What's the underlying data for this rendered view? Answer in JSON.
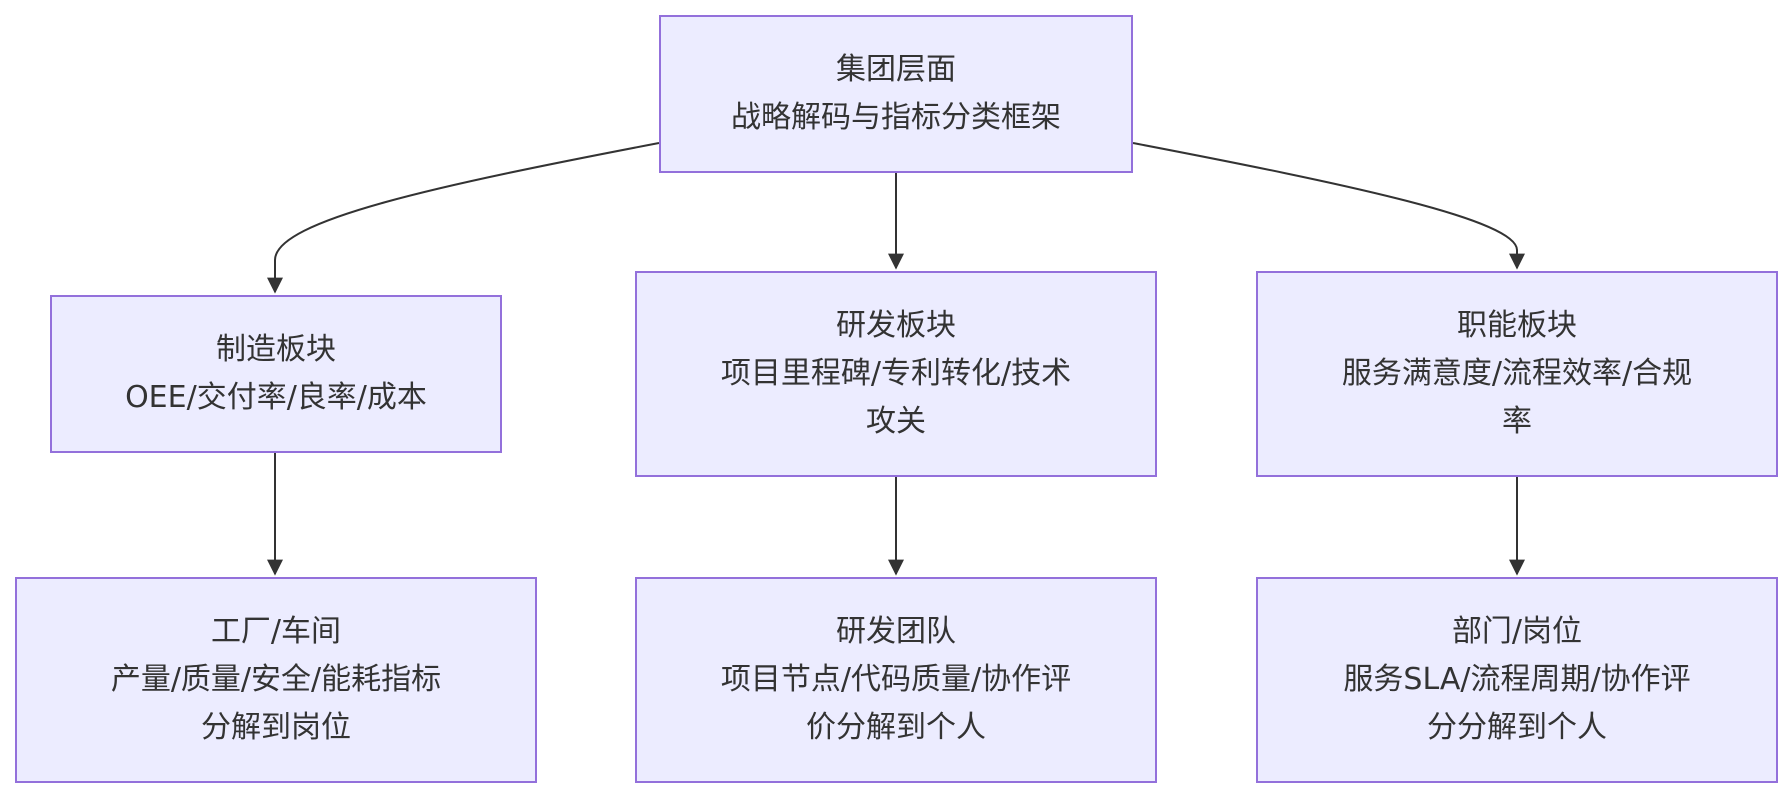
{
  "diagram": {
    "type": "flowchart-top-down",
    "colors": {
      "node_fill": "#ececff",
      "node_border": "#9370db",
      "text": "#333333",
      "edge": "#333333"
    },
    "nodes": {
      "group": {
        "lines": [
          "集团层面",
          "战略解码与指标分类框架"
        ]
      },
      "manufacturing": {
        "lines": [
          "制造板块",
          "OEE/交付率/良率/成本"
        ]
      },
      "rnd": {
        "lines": [
          "研发板块",
          "项目里程碑/专利转化/技术",
          "攻关"
        ]
      },
      "functions": {
        "lines": [
          "职能板块",
          "服务满意度/流程效率/合规",
          "率"
        ]
      },
      "factory": {
        "lines": [
          "工厂/车间",
          "产量/质量/安全/能耗指标",
          "分解到岗位"
        ]
      },
      "rnd_team": {
        "lines": [
          "研发团队",
          "项目节点/代码质量/协作评",
          "价分解到个人"
        ]
      },
      "department": {
        "lines": [
          "部门/岗位",
          "服务SLA/流程周期/协作评",
          "分分解到个人"
        ]
      }
    },
    "edges": [
      {
        "from": "group",
        "to": "manufacturing"
      },
      {
        "from": "group",
        "to": "rnd"
      },
      {
        "from": "group",
        "to": "functions"
      },
      {
        "from": "manufacturing",
        "to": "factory"
      },
      {
        "from": "rnd",
        "to": "rnd_team"
      },
      {
        "from": "functions",
        "to": "department"
      }
    ]
  }
}
